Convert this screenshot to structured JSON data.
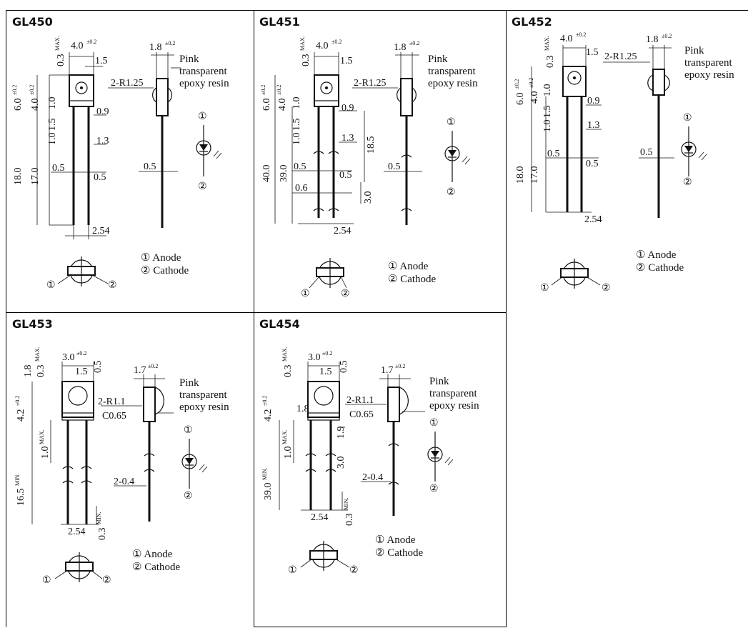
{
  "packages": [
    {
      "name": "GL450",
      "dims": [
        "4.0",
        "±0.2",
        "0.3",
        "MAX.",
        "1.5",
        "1.8",
        "±0.2",
        "2-R1.25",
        "6.0",
        "±0.2",
        "4.0",
        "±0.2",
        "1.0",
        "1.5",
        "1.0",
        "0.9",
        "1.3",
        "18.0",
        "17.0",
        "0.5",
        "0.5",
        "0.5",
        "2.54"
      ],
      "resin": [
        "Pink",
        "transparent",
        "epoxy resin"
      ]
    },
    {
      "name": "GL451",
      "dims": [
        "4.0",
        "±0.2",
        "0.3",
        "MAX.",
        "1.5",
        "1.8",
        "±0.2",
        "2-R1.25",
        "6.0",
        "±0.2",
        "4.0",
        "±0.2",
        "1.0",
        "1.5",
        "1.0",
        "0.9",
        "1.3",
        "18.5",
        "40.0",
        "39.0",
        "0.5",
        "0.5",
        "0.5",
        "0.6",
        "3.0",
        "2.54"
      ],
      "resin": [
        "Pink",
        "transparent",
        "epoxy resin"
      ]
    },
    {
      "name": "GL452",
      "dims": [
        "4.0",
        "±0.2",
        "0.3",
        "MAX.",
        "1.5",
        "1.8",
        "±0.2",
        "2-R1.25",
        "6.0",
        "±0.2",
        "4.0",
        "±0.2",
        "1.0",
        "1.5",
        "1.0",
        "0.9",
        "1.3",
        "18.0",
        "17.0",
        "0.5",
        "0.5",
        "0.5",
        "2.54"
      ],
      "resin": [
        "Pink",
        "transparent",
        "epoxy resin"
      ]
    },
    {
      "name": "GL453",
      "dims": [
        "3.0",
        "±0.2",
        "1.8",
        "0.3",
        "MAX.",
        "1.5",
        "0.5",
        "1.7",
        "±0.2",
        "4.2",
        "±0.2",
        "2-R1.1",
        "C0.65",
        "1.0",
        "MAX.",
        "16.5",
        "MIN.",
        "2-0.4",
        "2.54",
        "0.3",
        "MIN."
      ],
      "resin": [
        "Pink",
        "transparent",
        "epoxy resin"
      ]
    },
    {
      "name": "GL454",
      "dims": [
        "3.0",
        "±0.2",
        "0.3",
        "MAX.",
        "1.5",
        "0.5",
        "1.7",
        "±0.2",
        "4.2",
        "±0.2",
        "1.8",
        "2-R1.1",
        "C0.65",
        "1.0",
        "MAX.",
        "1.9",
        "3.0",
        "2-0.4",
        "39.0",
        "MIN.",
        "2.54",
        "0.3",
        "MIN."
      ],
      "resin": [
        "Pink",
        "transparent",
        "epoxy resin"
      ]
    }
  ],
  "pins": [
    "① Anode",
    "② Cathode"
  ],
  "pin_marks": [
    "①",
    "②"
  ]
}
